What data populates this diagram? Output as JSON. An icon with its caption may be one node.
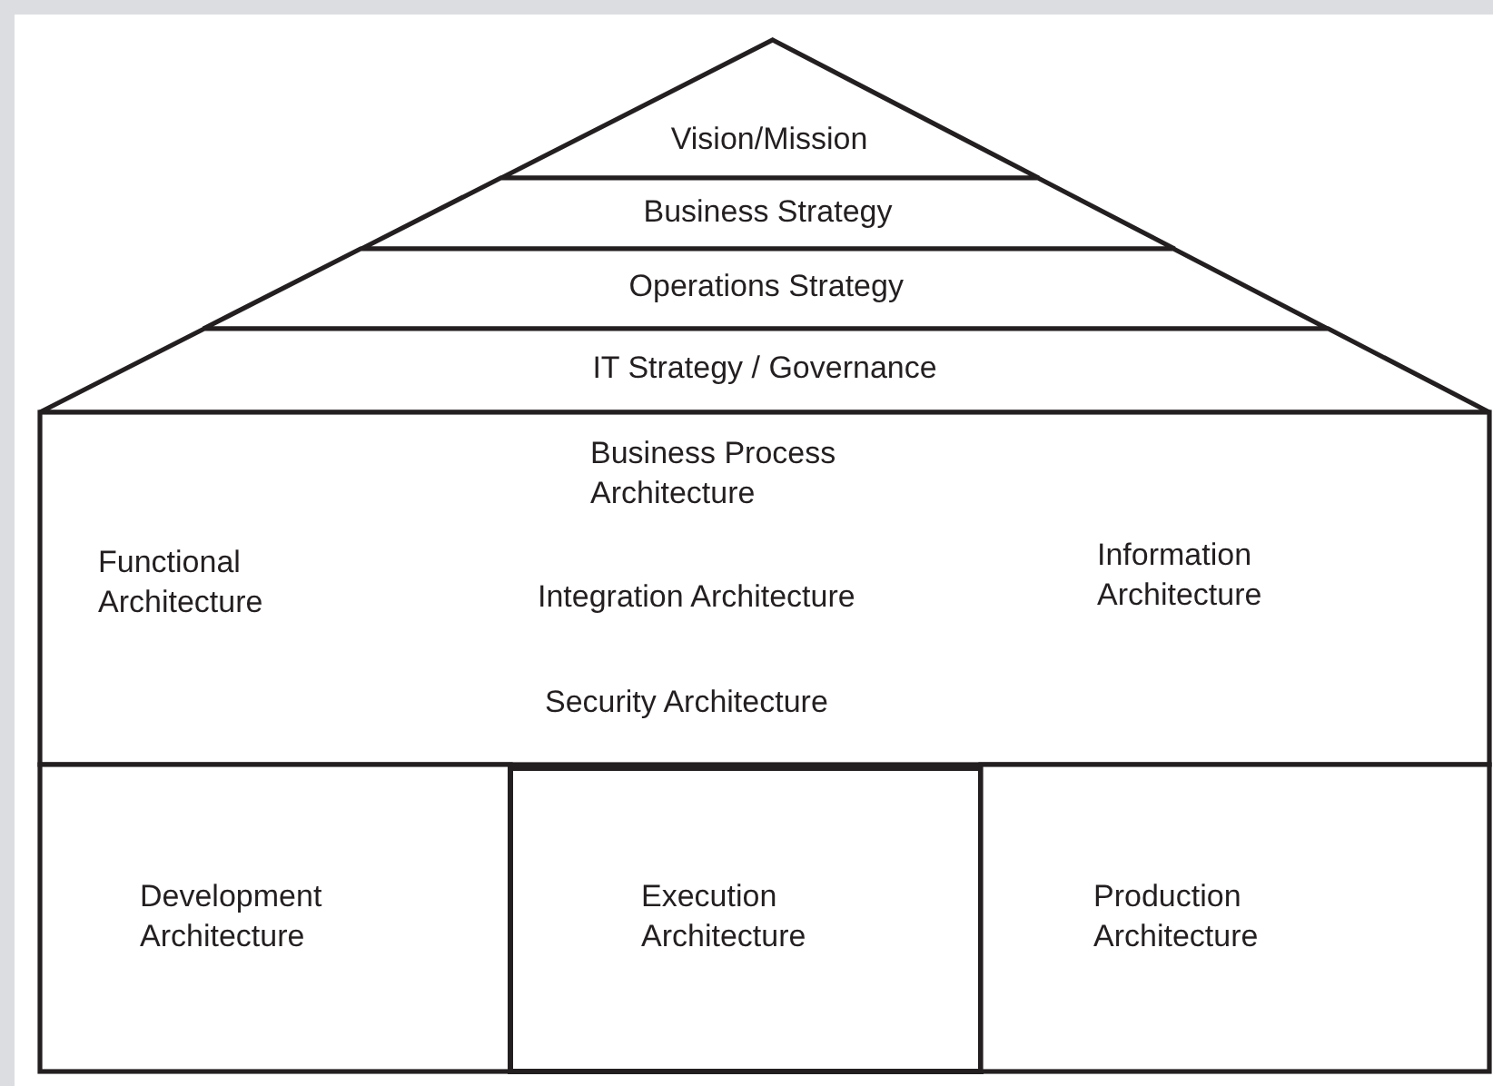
{
  "diagram": {
    "nodes": [
      {
        "text": [
          "Vision/Mission"
        ]
      },
      {
        "text": [
          "Business Strategy"
        ]
      },
      {
        "text": [
          "Operations Strategy"
        ]
      },
      {
        "text": [
          "IT Strategy / Governance"
        ]
      },
      {
        "text": [
          "Functional Architecture",
          "Business Process Architecture",
          "Integration Architecture",
          "Security Architecture",
          "Information Architecture"
        ]
      },
      {
        "text": [
          "Development Architecture"
        ]
      },
      {
        "text": [
          "Execution Architecture"
        ]
      },
      {
        "text": [
          "Production Architecture"
        ]
      }
    ]
  }
}
